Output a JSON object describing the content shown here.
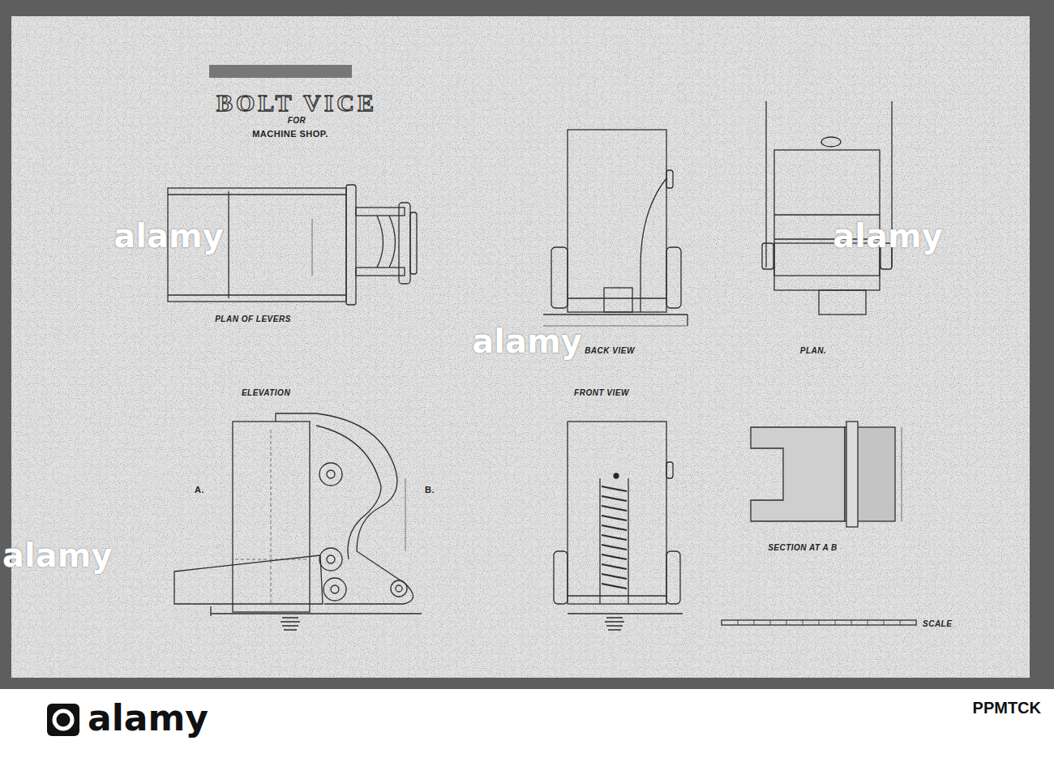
{
  "diagram": {
    "title": "BOLT VICE",
    "labels": [
      "FOR",
      "MACHINE SHOP.",
      "PLAN OF LEVERS",
      "BACK VIEW",
      "PLAN.",
      "ELEVATION",
      "FRONT VIEW",
      "A.",
      "B.",
      "SECTION AT A B",
      "SCALE",
      "alamy",
      "alamy",
      "alamy",
      "alamy",
      "alamy",
      "PPMTCK"
    ]
  }
}
